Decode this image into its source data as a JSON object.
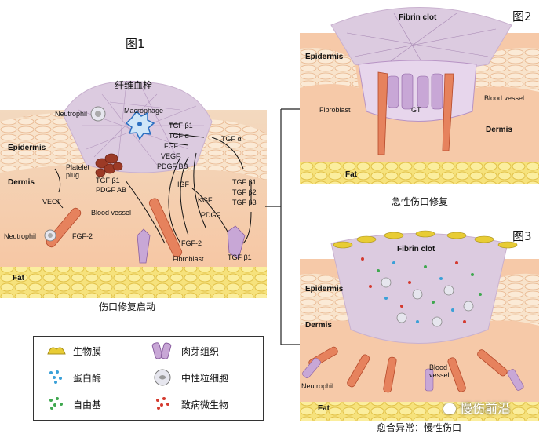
{
  "figures": {
    "fig1": {
      "number": "图1",
      "clot_label": "纤维血栓",
      "caption": "伤口修复启动",
      "labels": {
        "neutrophil_top": "Neutrophil",
        "macrophage": "Macrophage",
        "epidermis": "Epidermis",
        "dermis": "Dermis",
        "platelet_plug": "Platelet\nplug",
        "vegf_left": "VEGF",
        "blood_vessel": "Blood vessel",
        "neutrophil_bottom": "Neutrophil",
        "fgf2_left": "FGF-2",
        "fat": "Fat",
        "fibroblast": "Fibroblast",
        "tgf_b1_a": "TGF β1",
        "tgf_a_a": "TGF α",
        "fgf": "FGF",
        "vegf_mid": "VEGF",
        "pdgf_bb": "PDGF BB",
        "tgf_b1_b": "TGF β1",
        "pdgf_ab": "PDGF AB",
        "tgf_a_b": "TGF α",
        "tgf_b1_c": "TGF β1",
        "tgf_b2": "TGF β2",
        "tgf_b3": "TGF β3",
        "igf": "IGF",
        "kgf": "KGF",
        "pdgf": "PDGF",
        "fgf2_right": "FGF-2",
        "tgf_b1_d": "TGF β1"
      }
    },
    "fig2": {
      "number": "图2",
      "caption": "急性伤口修复",
      "labels": {
        "fibrin_clot": "Fibrin clot",
        "epidermis": "Epidermis",
        "fibroblast": "Fibroblast",
        "gt": "GT",
        "blood_vessel": "Blood vessel",
        "dermis": "Dermis",
        "fat": "Fat"
      }
    },
    "fig3": {
      "number": "图3",
      "caption": "愈合异常：慢性伤口",
      "labels": {
        "fibrin_clot": "Fibrin clot",
        "epidermis": "Epidermis",
        "dermis": "Dermis",
        "blood_vessel": "Blood\nvessel",
        "neutrophil": "Neutrophil",
        "fat": "Fat"
      }
    }
  },
  "legend": {
    "biofilm": "生物膜",
    "granulation": "肉芽组织",
    "protease": "蛋白酶",
    "neutrophil": "中性粒细胞",
    "free_radical": "自由基",
    "pathogen": "致病微生物"
  },
  "watermark": "慢伤前沿",
  "colors": {
    "skin": "#f6dfc7",
    "dermis": "#f6c9a8",
    "fat": "#f4e07a",
    "vessel": "#e4744f",
    "fibroblast": "#b892c6",
    "clot": "#d9c6dd",
    "biofilm": "#e8cc35",
    "protease": "#3aa0d8",
    "free_radical": "#3fa84f",
    "pathogen": "#d43a2f"
  }
}
